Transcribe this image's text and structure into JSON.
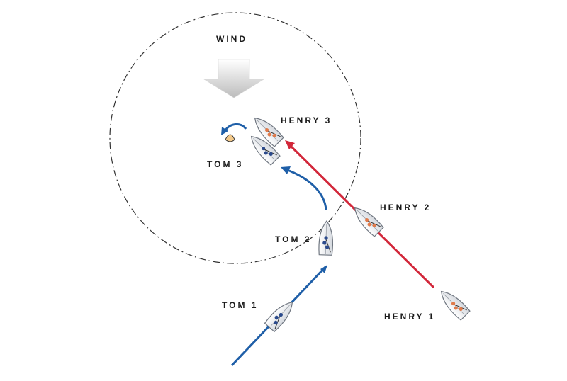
{
  "title": "WIND",
  "boats": {
    "tom_1": "TOM 1",
    "tom_2": "TOM 2",
    "tom_3": "TOM 3",
    "henry_1": "HENRY 1",
    "henry_2": "HENRY 2",
    "henry_3": "HENRY 3"
  },
  "colors": {
    "tom_path": "#1f5fa8",
    "henry_path": "#d2273a",
    "tom_crew": "#2b4a8c",
    "henry_crew": "#e07a4a",
    "mark": "#f3c98a",
    "wind_arrow": "#cfcfcf"
  },
  "icons": {
    "wind": "down-arrow-icon",
    "mark": "triangle-mark-icon",
    "boat": "sailboat-icon"
  }
}
